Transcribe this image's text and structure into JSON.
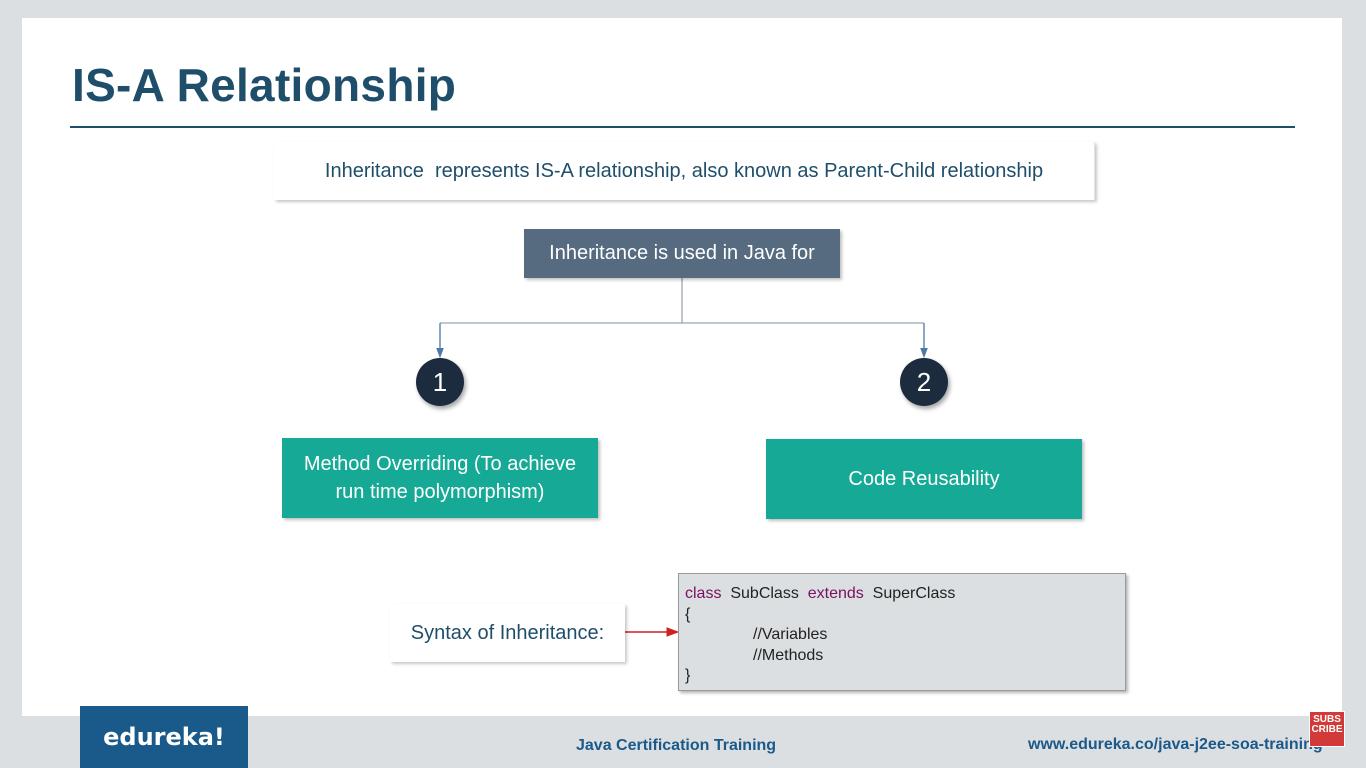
{
  "slide": {
    "title": "IS-A Relationship",
    "intro": "Inheritance  represents IS-A relationship, also known as Parent-Child relationship",
    "root": "Inheritance is used in Java for",
    "branches": [
      {
        "number": "1",
        "label": "Method Overriding (To achieve run time polymorphism)"
      },
      {
        "number": "2",
        "label": "Code Reusability"
      }
    ],
    "syntax_label": "Syntax of Inheritance:",
    "code": {
      "kw_class": "class",
      "name_sub": "SubClass",
      "kw_extends": "extends",
      "name_super": "SuperClass",
      "open_brace": "{",
      "variables": "//Variables",
      "methods": "//Methods",
      "close_brace": "}"
    }
  },
  "footer": {
    "logo": "edureka!",
    "course": "Java Certification Training",
    "url": "www.edureka.co/java-j2ee-soa-training",
    "subscribe": "SUBS CRIBE"
  },
  "colors": {
    "title": "#1f4e6b",
    "root_box": "#566b80",
    "teal": "#16a995",
    "circle": "#1c2b3d",
    "arrow": "#d12020"
  }
}
